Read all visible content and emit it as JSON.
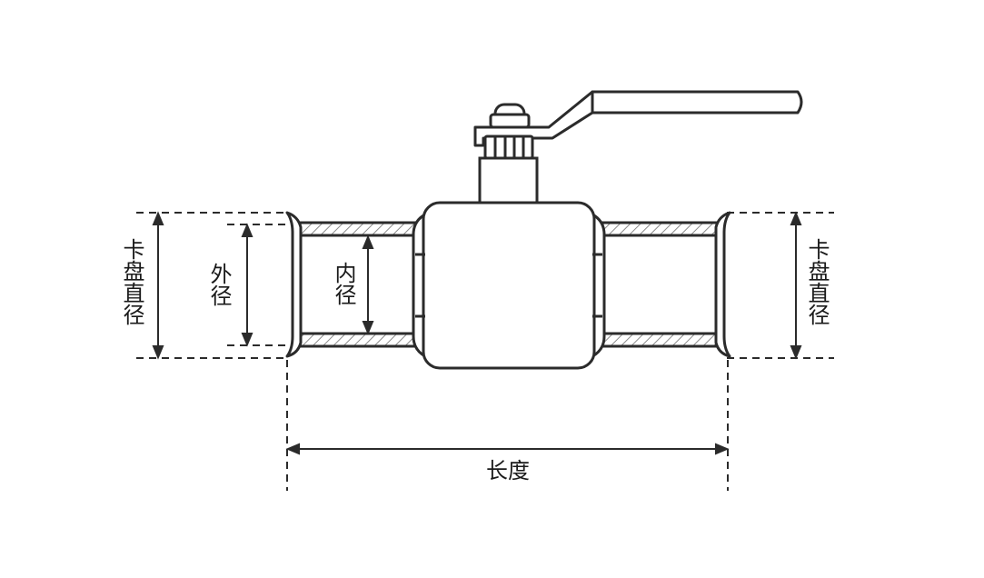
{
  "labels": {
    "left_clamp_diameter": "卡盘直径",
    "outer_diameter": "外径",
    "inner_diameter": "内径",
    "right_clamp_diameter": "卡盘直径",
    "length": "长度"
  },
  "colors": {
    "line": "#2b2b2b",
    "body_fill": "#ffffff",
    "pipe_hatch": "#9a9a9a"
  }
}
